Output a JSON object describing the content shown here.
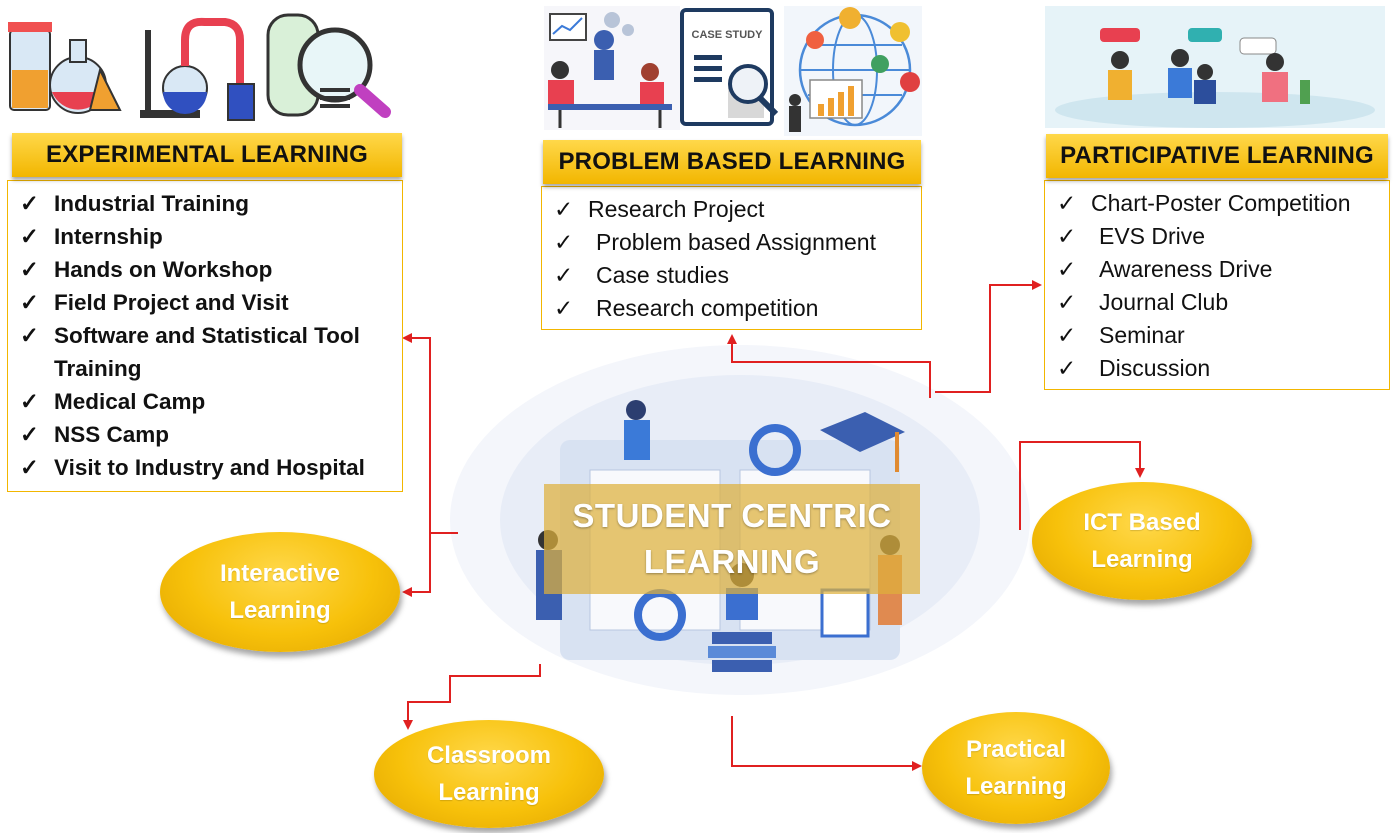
{
  "center": {
    "line1": "STUDENT CENTRIC",
    "line2": "LEARNING"
  },
  "experimental": {
    "title": "EXPERIMENTAL LEARNING",
    "items": [
      "Industrial Training",
      "Internship",
      "Hands on Workshop",
      "Field Project and Visit",
      "Software and Statistical Tool",
      "Training",
      "Medical Camp",
      "NSS Camp",
      "Visit to Industry and Hospital"
    ]
  },
  "problem_based": {
    "title": "PROBLEM BASED LEARNING",
    "case_study_label": "CASE STUDY",
    "items": [
      "Research Project",
      "Problem based Assignment",
      "Case studies",
      "Research competition"
    ]
  },
  "participative": {
    "title": "PARTICIPATIVE LEARNING",
    "items": [
      "Chart-Poster Competition",
      "EVS Drive",
      "Awareness Drive",
      "Journal Club",
      "Seminar",
      "Discussion"
    ]
  },
  "ellipses": {
    "interactive": {
      "line1": "Interactive",
      "line2": "Learning"
    },
    "classroom": {
      "line1": "Classroom",
      "line2": "Learning"
    },
    "practical": {
      "line1": "Practical",
      "line2": "Learning"
    },
    "ict": {
      "line1": "ICT Based",
      "line2": "Learning"
    }
  },
  "check_mark": "✓",
  "colors": {
    "accent": "#f2b600",
    "arrow": "#e02020"
  }
}
